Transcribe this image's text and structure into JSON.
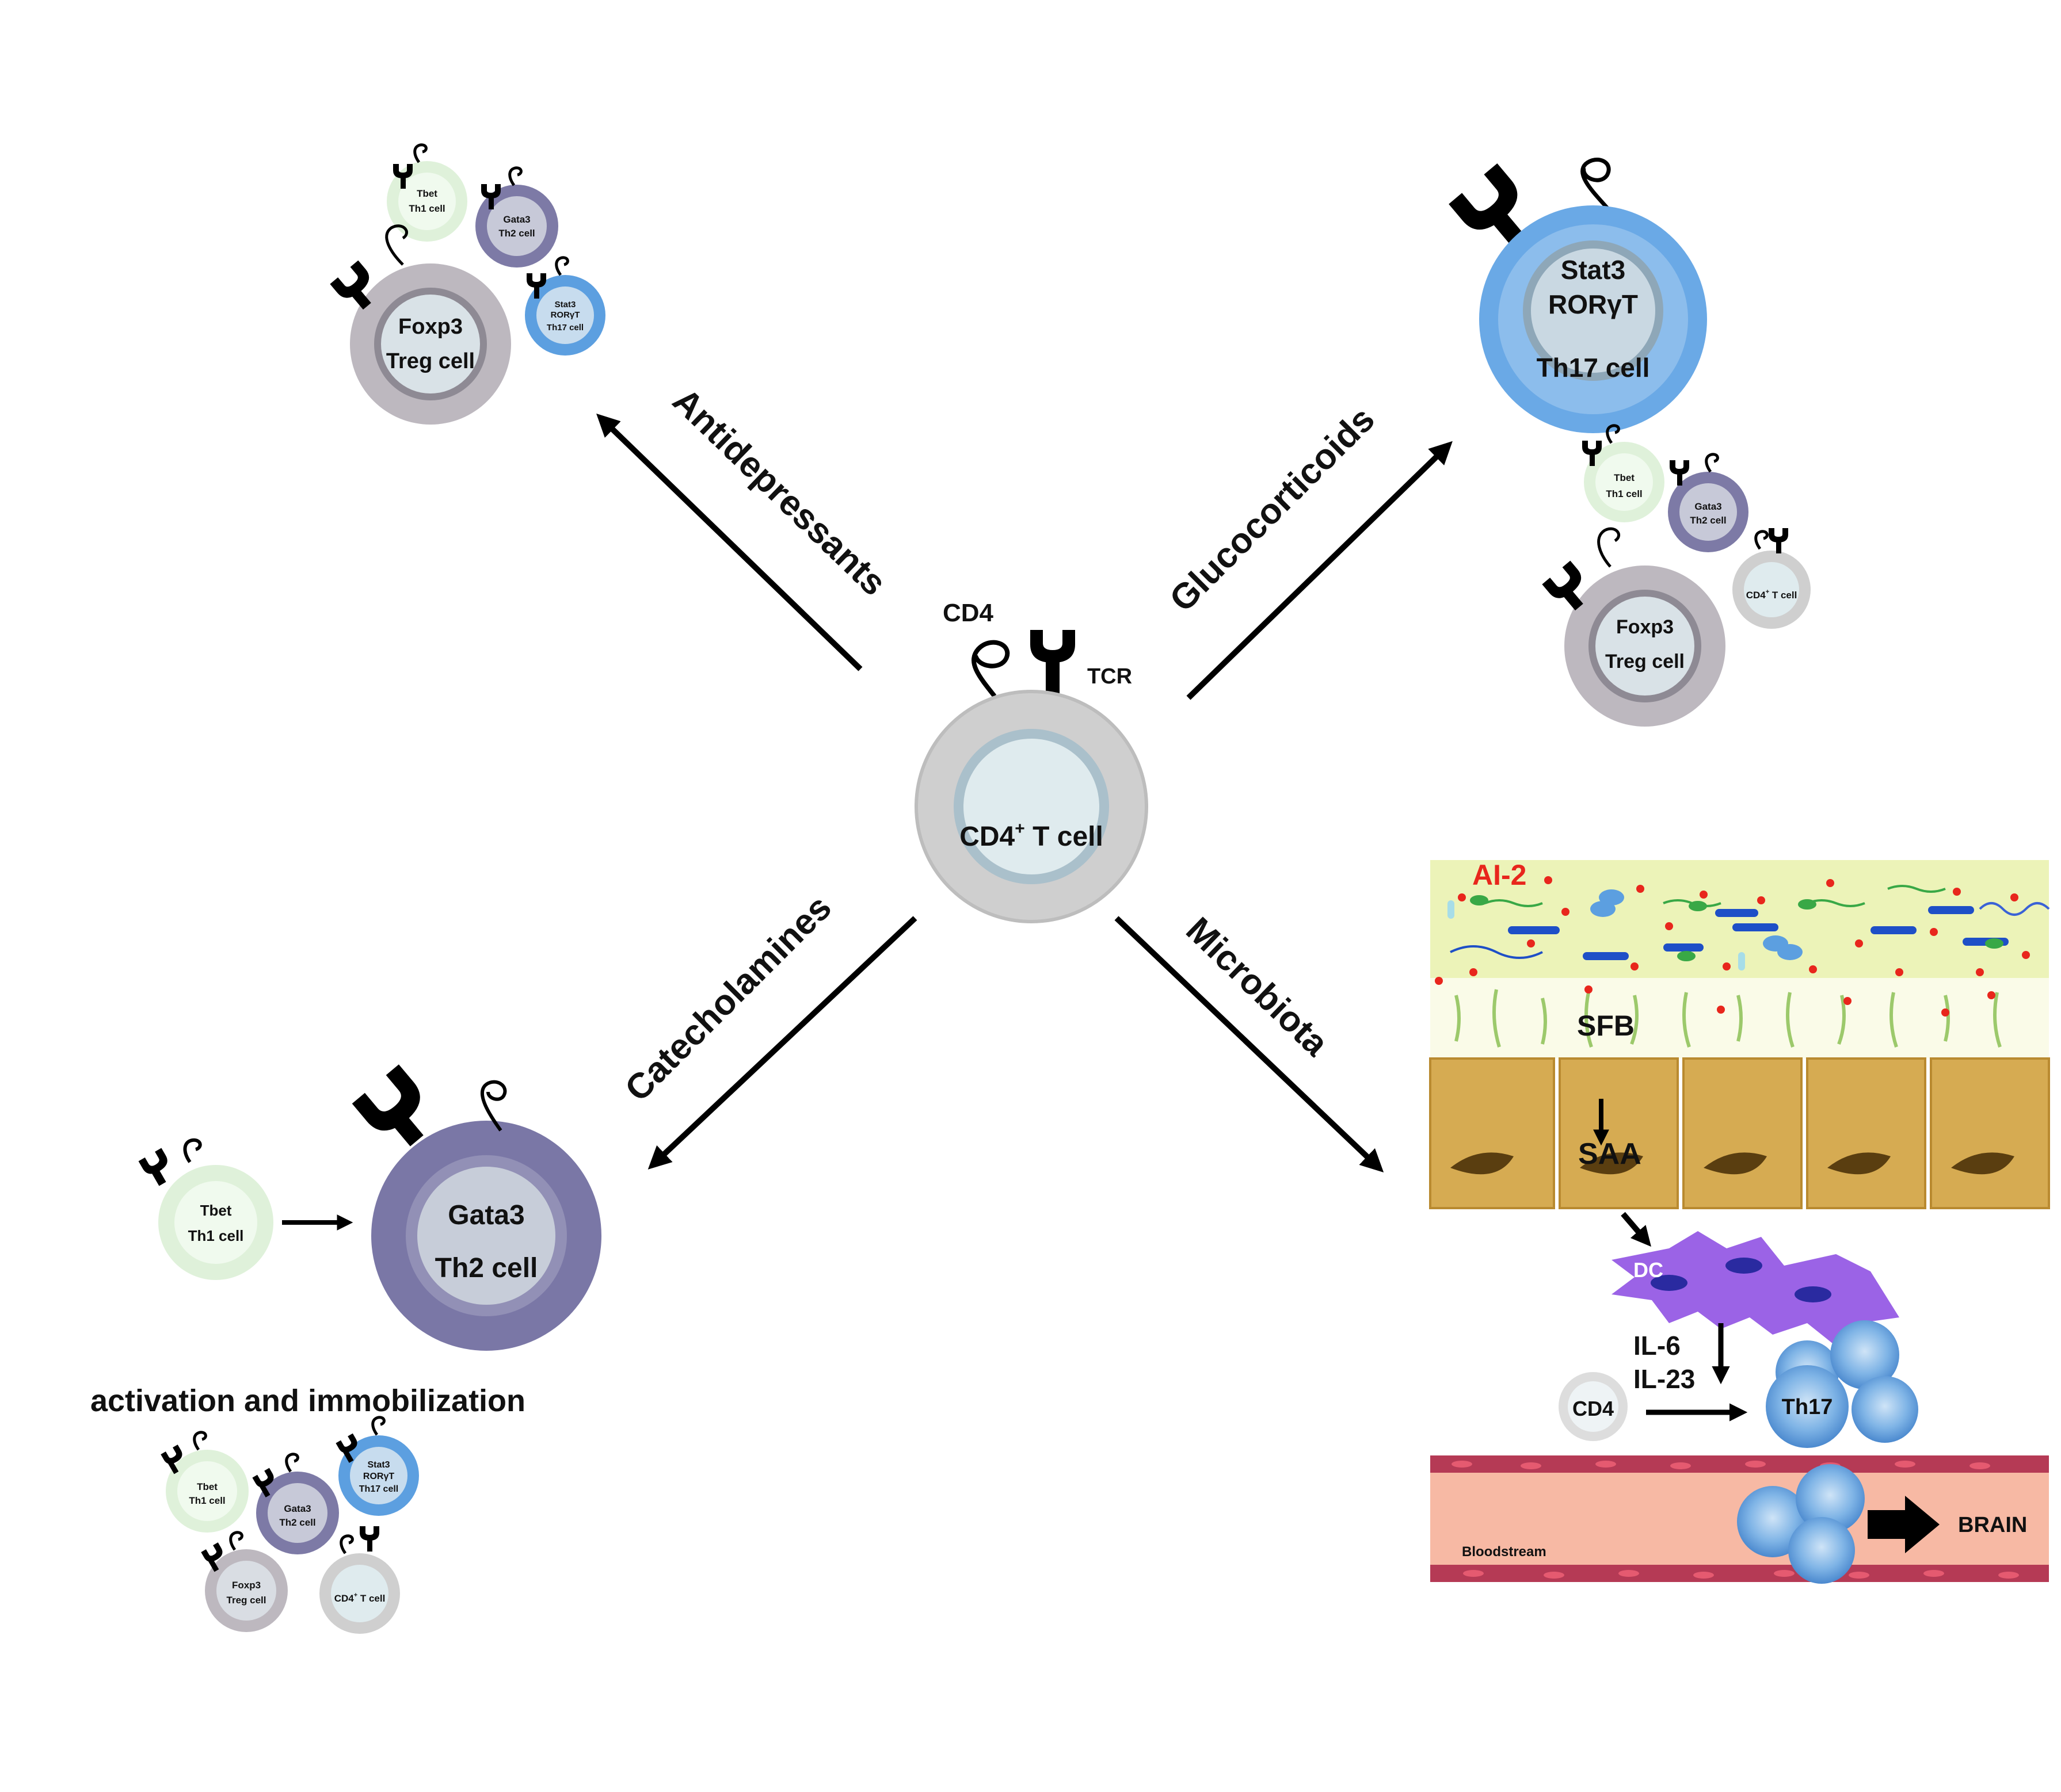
{
  "central": {
    "cell_label_main": "CD4",
    "cell_label_sup": "+",
    "cell_label_rest": " T cell",
    "cd4": "CD4",
    "tcr": "TCR"
  },
  "arrows": {
    "antidepressants": "Antidepressants",
    "glucocorticoids": "Glucocorticoids",
    "catecholamines": "Catecholamines",
    "microbiota": "Microbiota"
  },
  "cells": {
    "tbet": "Tbet",
    "th1": "Th1 cell",
    "gata3": "Gata3",
    "th2": "Th2 cell",
    "stat3": "Stat3",
    "rorgt": "RORγT",
    "th17": "Th17 cell",
    "foxp3": "Foxp3",
    "treg": "Treg cell",
    "cd4_prefix": "CD4",
    "cd4_sup": "+",
    "cd4_suffix": " T cell"
  },
  "stress_label": "activation and immobilization",
  "gut": {
    "ai2": "AI-2",
    "sfb": "SFB",
    "saa": "SAA",
    "dc": "DC",
    "il6": "IL-6",
    "il23": "IL-23",
    "cd4": "CD4",
    "th17": "Th17",
    "bloodstream": "Bloodstream",
    "brain": "BRAIN"
  },
  "colors": {
    "cd4_cell": "#c8c8c8",
    "th1": "#cdeac8",
    "th2": "#7d7aa6",
    "th17": "#5c9fe0",
    "treg": "#b9b4bb",
    "lumen": "#ecf3b8",
    "epithelium": "#d6ab52",
    "dc": "#9b63e6",
    "blood": "#f7b9a4",
    "vessel_wall": "#b53a55"
  }
}
